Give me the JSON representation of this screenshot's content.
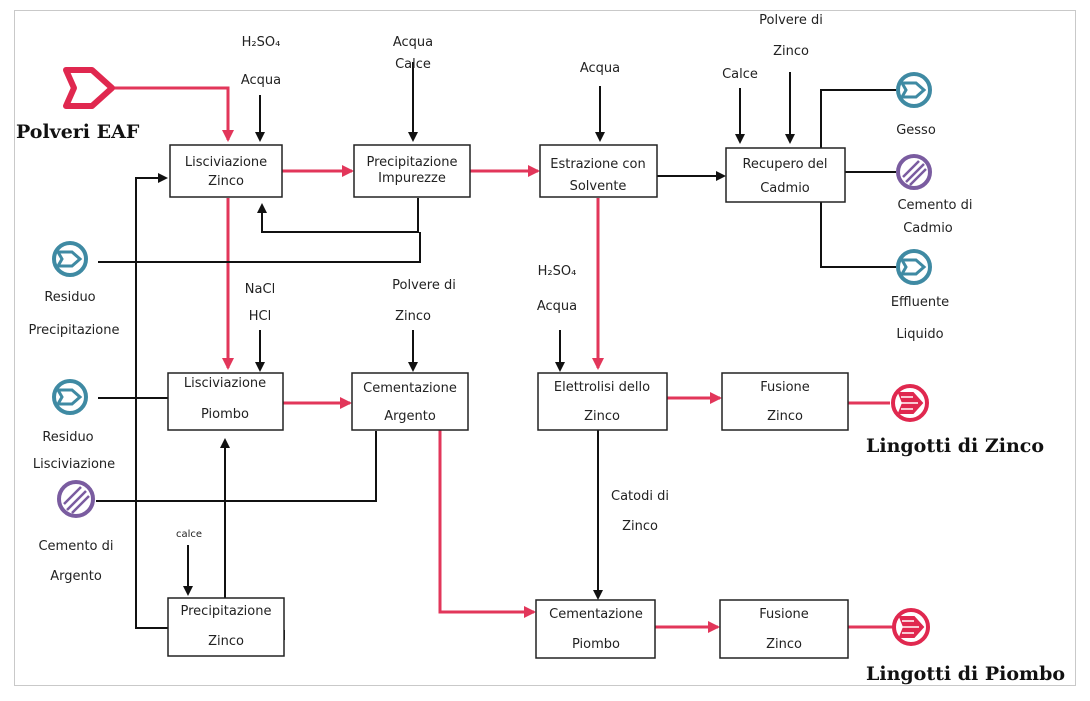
{
  "colors": {
    "flow_red": "#e2365a",
    "line_black": "#111111",
    "icon_teal": "#3f8aa3",
    "icon_purple": "#7a5ca0",
    "icon_red": "#e0284f"
  },
  "inputs": {
    "polveri_eaf": "Polveri EAF"
  },
  "outputs": {
    "lingotti_zinco": "Lingotti di Zinco",
    "lingotti_piombo": "Lingotti di Piombo"
  },
  "processes": {
    "lisciviazione_zinco": [
      "Lisciviazione",
      "Zinco"
    ],
    "precipitazione_impurezze": [
      "Precipitazione",
      "Impurezze"
    ],
    "estrazione_solvente": [
      "Estrazione con",
      "Solvente"
    ],
    "recupero_cadmio": [
      "Recupero del",
      "Cadmio"
    ],
    "lisciviazione_piombo": [
      "Lisciviazione",
      "Piombo"
    ],
    "cementazione_argento": [
      "Cementazione",
      "Argento"
    ],
    "elettrolisi_zinco": [
      "Elettrolisi dello",
      "Zinco"
    ],
    "fusione_zinco_1": [
      "Fusione",
      "Zinco"
    ],
    "precipitazione_zinco": [
      "Precipitazione",
      "Zinco"
    ],
    "cementazione_piombo": [
      "Cementazione",
      "Piombo"
    ],
    "fusione_zinco_2": [
      "Fusione",
      "Zinco"
    ]
  },
  "reagents": {
    "h2so4_acqua_1": [
      "H₂SO₄",
      "Acqua"
    ],
    "acqua_calce": [
      "Acqua",
      "Calce"
    ],
    "acqua": "Acqua",
    "calce": "Calce",
    "polvere_zinco_1": [
      "Polvere di",
      "Zinco"
    ],
    "nacl_hcl": [
      "NaCl",
      "HCl"
    ],
    "polvere_zinco_2": [
      "Polvere di",
      "Zinco"
    ],
    "h2so4_acqua_2": [
      "H₂SO₄",
      "Acqua"
    ],
    "catodi_zinco": [
      "Catodi di",
      "Zinco"
    ],
    "calce_small": "calce"
  },
  "side_products": {
    "gesso": "Gesso",
    "cemento_cadmio": [
      "Cemento di",
      "Cadmio"
    ],
    "effluente_liquido": [
      "Effluente",
      "Liquido"
    ],
    "residuo_precipitazione": [
      "Residuo",
      "Precipitazione"
    ],
    "residuo_lisciviazione": [
      "Residuo",
      "Lisciviazione"
    ],
    "cemento_argento": [
      "Cemento di",
      "Argento"
    ]
  }
}
